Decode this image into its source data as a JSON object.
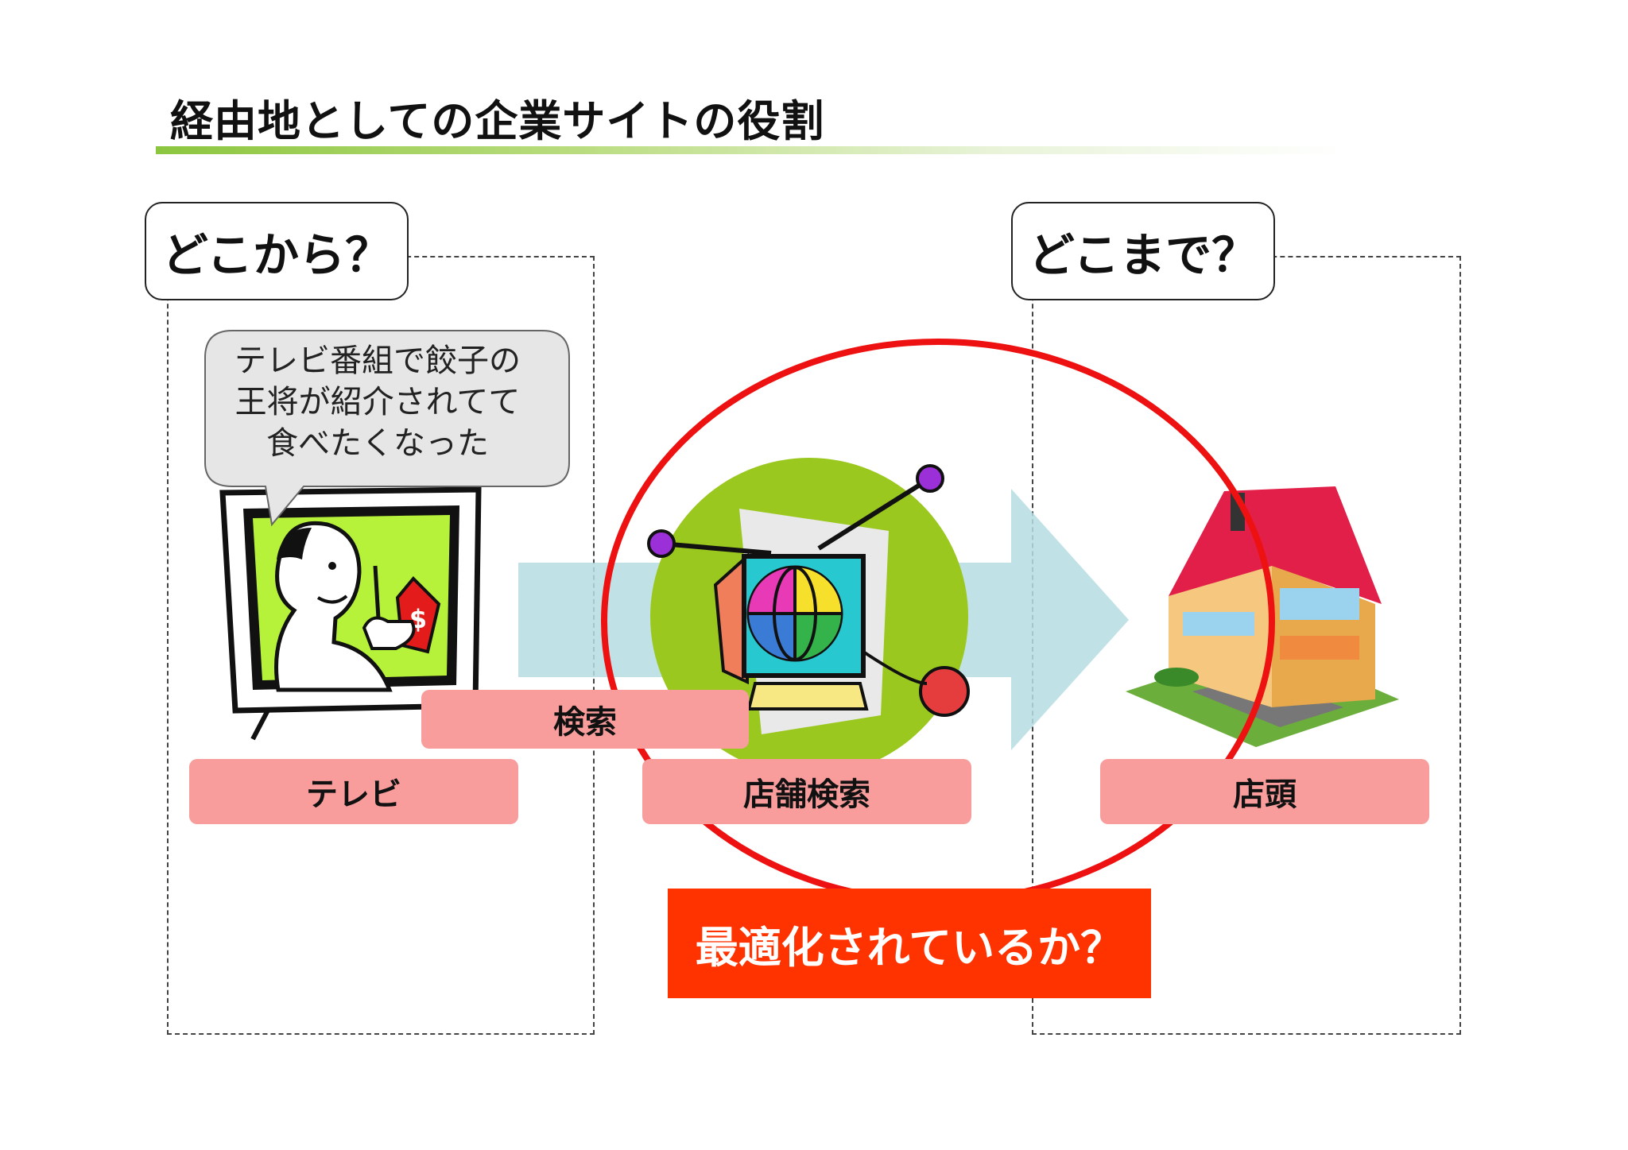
{
  "slide": {
    "title": "経由地としての企業サイトの役割"
  },
  "left_section": {
    "heading": "どこから？",
    "bubble_lines": [
      "テレビ番組で餃子の",
      "王将が紹介されてて",
      "食べたくなった"
    ],
    "tv_label": "テレビ",
    "tv_price_tag": "$"
  },
  "middle_section": {
    "search_label": "検索",
    "store_search_label": "店舗検索"
  },
  "right_section": {
    "heading": "どこまで？",
    "store_label": "店頭"
  },
  "callout": {
    "text": "最適化されているか？"
  },
  "colors": {
    "accent_green": "#8cc63f",
    "pill_pink": "#f99c9c",
    "callout_red": "#ff3300",
    "circle_red": "#ee1111",
    "arrow_teal": "#b5dde2",
    "tv_screen": "#b6f23a"
  }
}
